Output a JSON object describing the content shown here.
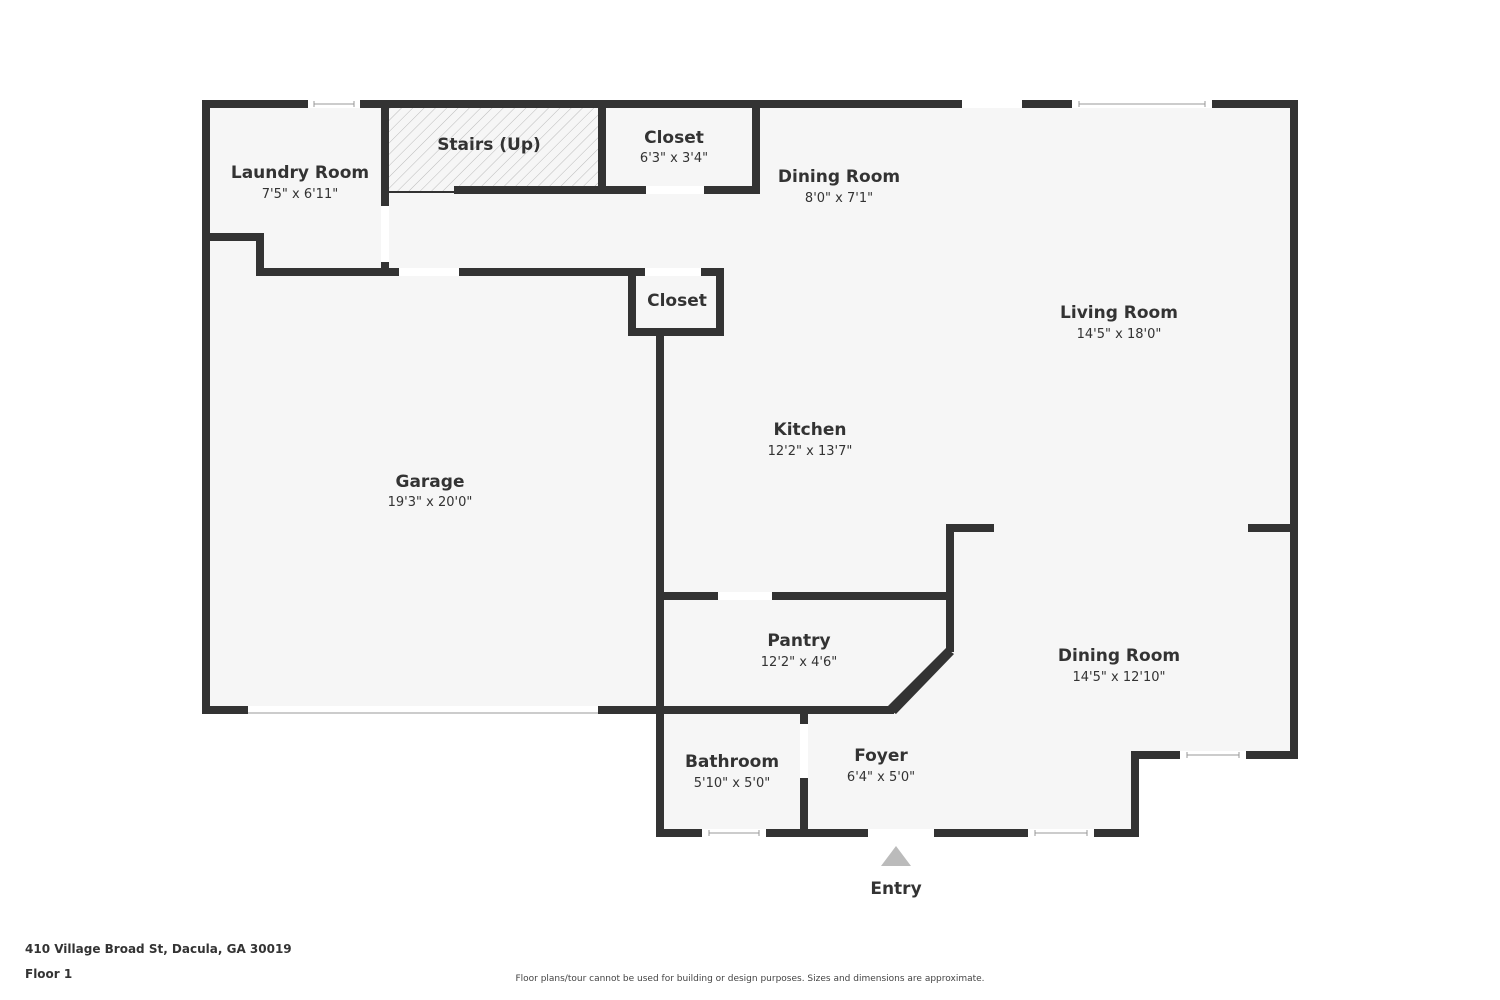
{
  "plan": {
    "colors": {
      "wall": "#333333",
      "floor": "#f6f6f6",
      "background": "#ffffff",
      "entry_arrow": "#bbbbbb",
      "stairs_hatch": "#bbbbbb"
    },
    "rooms": {
      "laundry": {
        "name": "Laundry Room",
        "dims": "7'5\" x 6'11\""
      },
      "stairs": {
        "name": "Stairs (Up)"
      },
      "closet_top": {
        "name": "Closet",
        "dims": "6'3\" x 3'4\""
      },
      "dining_top": {
        "name": "Dining Room",
        "dims": "8'0\" x 7'1\""
      },
      "living": {
        "name": "Living Room",
        "dims": "14'5\" x 18'0\""
      },
      "closet_mid": {
        "name": "Closet"
      },
      "kitchen": {
        "name": "Kitchen",
        "dims": "12'2\" x 13'7\""
      },
      "garage": {
        "name": "Garage",
        "dims": "19'3\" x 20'0\""
      },
      "pantry": {
        "name": "Pantry",
        "dims": "12'2\" x 4'6\""
      },
      "dining_bottom": {
        "name": "Dining Room",
        "dims": "14'5\" x 12'10\""
      },
      "bathroom": {
        "name": "Bathroom",
        "dims": "5'10\" x 5'0\""
      },
      "foyer": {
        "name": "Foyer",
        "dims": "6'4\" x 5'0\""
      }
    },
    "entry": {
      "label": "Entry",
      "icon": "triangle-up-arrow"
    }
  },
  "footer": {
    "address": "410 Village Broad St, Dacula, GA 30019",
    "floor": "Floor 1",
    "disclaimer": "Floor plans/tour cannot be used for building or design purposes. Sizes and dimensions are approximate."
  }
}
